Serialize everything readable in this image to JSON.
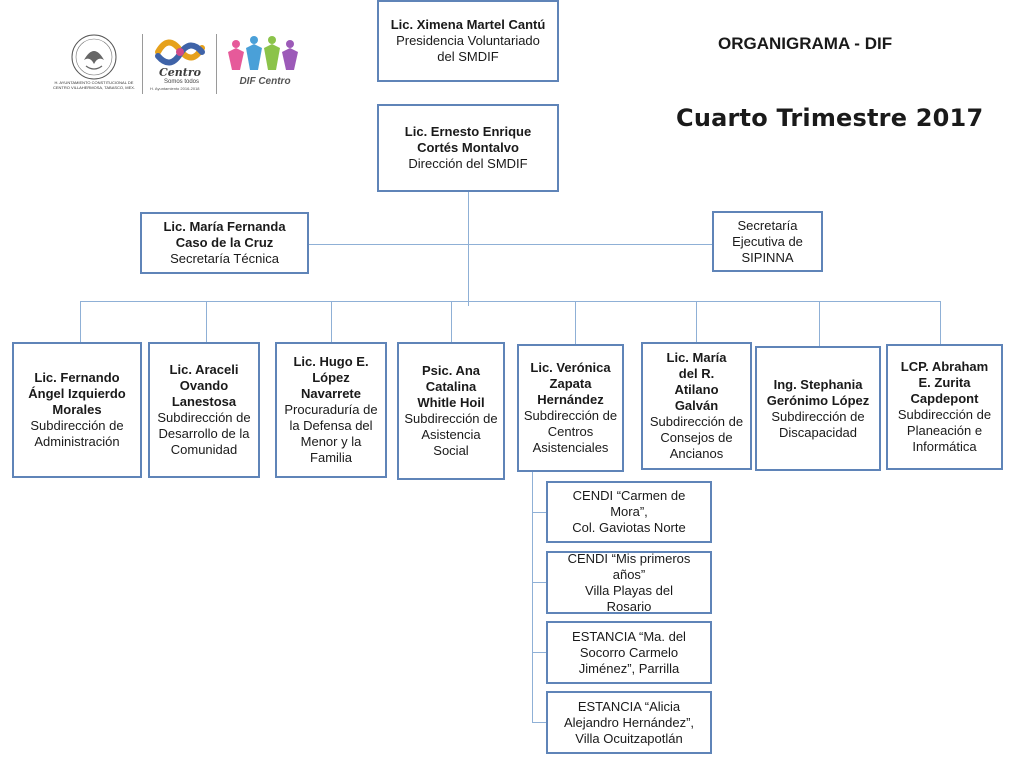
{
  "header": {
    "title": "ORGANIGRAMA - DIF",
    "period": "Cuarto Trimestre 2017",
    "logos": [
      {
        "icon": "mexican-coat-of-arms-seal",
        "caption": "H. AYUNTAMIENTO CONSTITUCIONAL DE CENTRO VILLAHERMOSA, TABASCO, MEX."
      },
      {
        "icon": "centro-logo",
        "name": "Centro",
        "tagline": "Somos todos",
        "subtagline": "H. Ayuntamiento 2016-2018"
      },
      {
        "icon": "dif-centro-logo",
        "name": "DIF Centro"
      }
    ]
  },
  "top": {
    "presidencia": {
      "name": "Lic. Ximena Martel Cantú",
      "role": "Presidencia Voluntariado del SMDIF"
    },
    "direccion": {
      "name": "Lic. Ernesto Enrique Cortés Montalvo",
      "role": "Dirección del SMDIF"
    }
  },
  "staff": {
    "tecnica": {
      "name": "Lic. María Fernanda Caso de la Cruz",
      "role": "Secretaría Técnica"
    },
    "sipinna": {
      "role": "Secretaría Ejecutiva de SIPINNA"
    }
  },
  "subdirecciones": [
    {
      "name": "Lic. Fernando Ángel Izquierdo Morales",
      "role": "Subdirección de Administración"
    },
    {
      "name": "Lic. Araceli Ovando Lanestosa",
      "role": "Subdirección de Desarrollo de la Comunidad"
    },
    {
      "name": "Lic. Hugo E. López Navarrete",
      "role": "Procuraduría de la Defensa del Menor y la Familia"
    },
    {
      "name": "Psic. Ana Catalina Whitle Hoil",
      "role": "Subdirección de Asistencia Social"
    },
    {
      "name": "Lic. Verónica Zapata Hernández",
      "role": "Subdirección de Centros Asistenciales"
    },
    {
      "name": "Lic. María del R. Atilano Galván",
      "role": "Subdirección de Consejos de Ancianos"
    },
    {
      "name": "Ing. Stephania Gerónimo López",
      "role": "Subdirección de Discapacidad"
    },
    {
      "name": "LCP. Abraham E. Zurita Capdepont",
      "role": "Subdirección de Planeación e Informática"
    }
  ],
  "centros": [
    {
      "line1": "CENDI “Carmen de Mora”,",
      "line2": "Col. Gaviotas Norte"
    },
    {
      "line1": "CENDI “Mis primeros años”",
      "line2": "Villa Playas del Rosario"
    },
    {
      "line1": "ESTANCIA “Ma. del Socorro Carmelo Jiménez”, Parrilla",
      "line2": ""
    },
    {
      "line1": "ESTANCIA “Alicia Alejandro Hernández”,",
      "line2": "Villa Ocuitzapotlán"
    }
  ]
}
